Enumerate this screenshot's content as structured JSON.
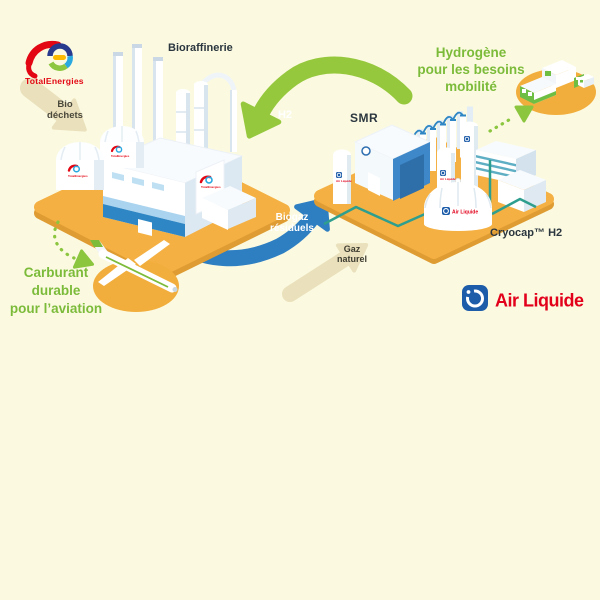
{
  "canvas": {
    "background": "#FBFAE1"
  },
  "palette": {
    "platform_orange": "#F4B042",
    "platform_edge": "#DF9C33",
    "arrow_green": "#96C83E",
    "text_green": "#7CBB3A",
    "arrow_blue": "#2E7EC2",
    "arrow_beige": "#EAE1BC",
    "pipe_teal": "#2E9E8E",
    "building_blue": "#2E86C4",
    "text_dark": "#2B363E"
  },
  "logos": {
    "totalenergies": {
      "wordmark": "TotalEnergies",
      "red": "#E30613"
    },
    "airliquide": {
      "wordmark": "Air Liquide",
      "red": "#E2001A",
      "blue": "#1D5CA9"
    }
  },
  "facilities": {
    "bioraffinerie": {
      "label": "Bioraffinerie"
    },
    "smr": {
      "label": "SMR"
    },
    "cryocap": {
      "label": "Cryocap™ H2"
    }
  },
  "flows": {
    "bio_dechets": {
      "line1": "Bio",
      "line2": "déchets"
    },
    "h2": {
      "label": "H2"
    },
    "biogaz": {
      "line1": "Biogaz",
      "line2": "résiduels"
    },
    "gaz_naturel": {
      "line1": "Gaz",
      "line2": "naturel"
    },
    "hydrogene_mobilite": {
      "line1": "Hydrogène",
      "line2": "pour les besoins",
      "line3": "mobilité"
    },
    "carburant_aviation": {
      "line1": "Carburant",
      "line2": "durable",
      "line3": "pour l’aviation"
    }
  }
}
